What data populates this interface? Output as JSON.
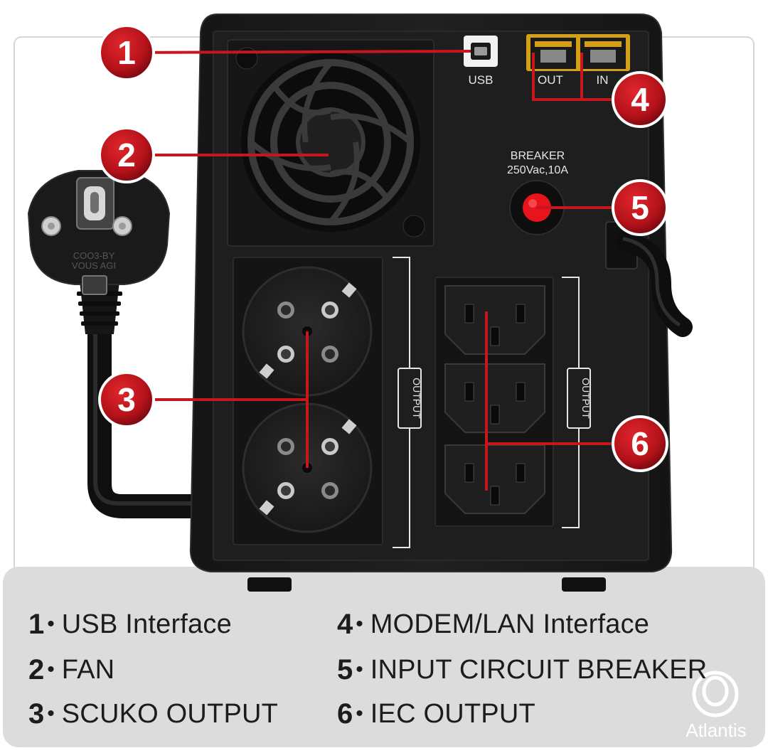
{
  "device": {
    "usb_label": "USB",
    "out_label": "OUT",
    "in_label": "IN",
    "breaker_label_1": "BREAKER",
    "breaker_label_2": "250Vac,10A",
    "output_label_left": "OUTPUT",
    "output_label_right": "OUTPUT",
    "plug_text_1": "COO3-BY",
    "plug_text_2": "VOUS AGI"
  },
  "callouts": [
    {
      "number": "1"
    },
    {
      "number": "2"
    },
    {
      "number": "3"
    },
    {
      "number": "4"
    },
    {
      "number": "5"
    },
    {
      "number": "6"
    }
  ],
  "legend": [
    {
      "number": "1",
      "text": "USB Interface"
    },
    {
      "number": "2",
      "text": "FAN"
    },
    {
      "number": "3",
      "text": "SCUKO OUTPUT"
    },
    {
      "number": "4",
      "text": "MODEM/LAN Interface"
    },
    {
      "number": "5",
      "text": "INPUT CIRCUIT BREAKER"
    },
    {
      "number": "6",
      "text": "IEC OUTPUT"
    }
  ],
  "legend_separator": "•",
  "brand": {
    "name": "Atlantis"
  },
  "colors": {
    "callout_red": "#c8161d",
    "device_body": "#1b1b1b",
    "panel_gray": "#dcdcdc",
    "breaker_red": "#e8141b"
  }
}
